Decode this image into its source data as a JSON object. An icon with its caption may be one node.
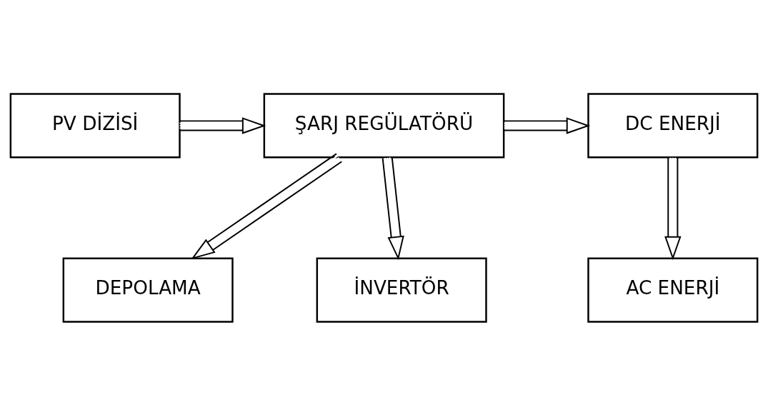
{
  "diagram": {
    "nodes": [
      {
        "text": [
          "PV DİZİSİ"
        ]
      },
      {
        "text": [
          "ŞARJ REGÜLATÖRÜ"
        ]
      },
      {
        "text": [
          "DC ENERJİ"
        ]
      },
      {
        "text": [
          "DEPOLAMA"
        ]
      },
      {
        "text": [
          "İNVERTÖR"
        ]
      },
      {
        "text": [
          "AC ENERJİ"
        ]
      }
    ],
    "edges": [
      {
        "from": 0,
        "to": 1,
        "arrow": "to"
      },
      {
        "from": 1,
        "to": 2,
        "arrow": "to"
      },
      {
        "from": 1,
        "to": 3,
        "arrow": "to"
      },
      {
        "from": 1,
        "to": 4,
        "arrow": "to"
      },
      {
        "from": 2,
        "to": 5,
        "arrow": "to"
      }
    ]
  }
}
